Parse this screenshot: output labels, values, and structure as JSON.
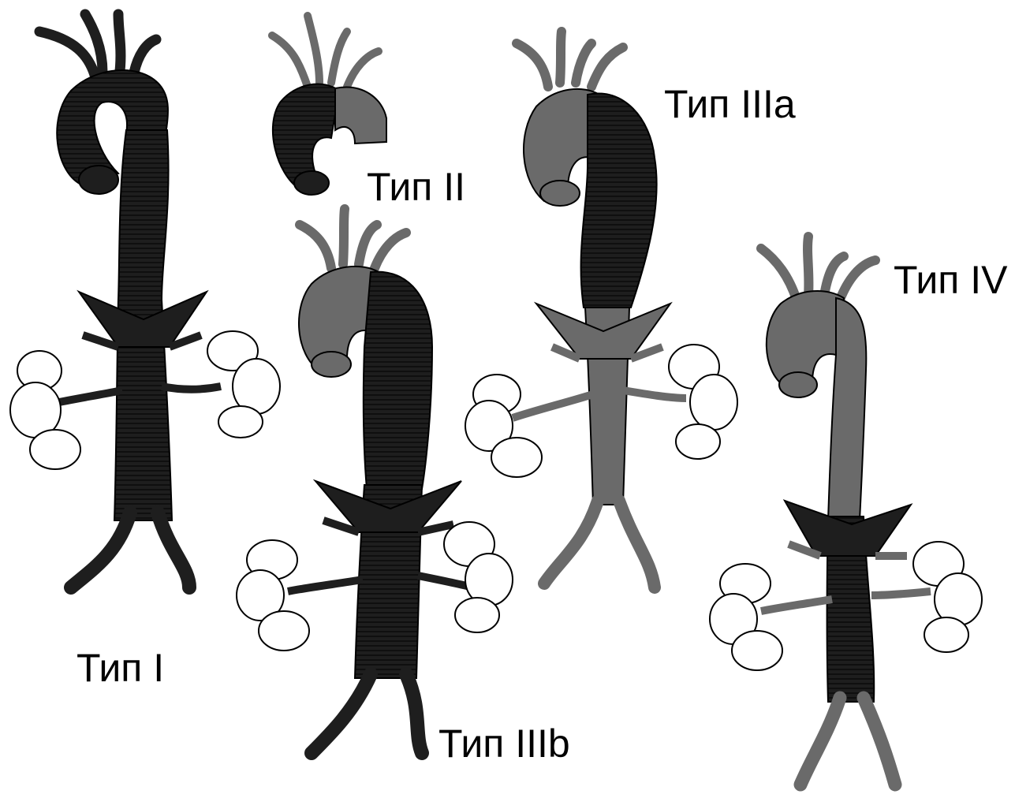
{
  "labels": {
    "type_I": "Тип I",
    "type_II": "Тип II",
    "type_IIIa": "Тип IIIa",
    "type_IIIb": "Тип IIIb",
    "type_IV": "Тип IV"
  },
  "colors": {
    "dissected": "#1e1e1e",
    "normal": "#6a6a6a",
    "outline": "#000000",
    "kidney_fill": "#ffffff"
  }
}
